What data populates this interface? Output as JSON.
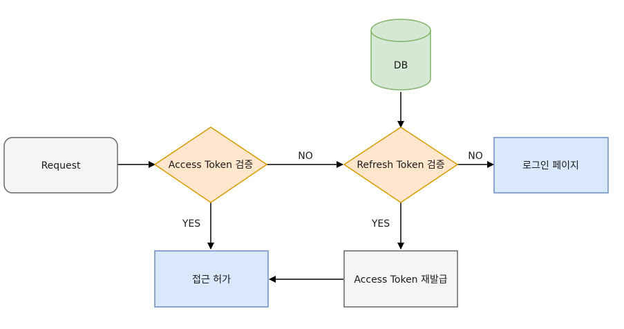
{
  "nodes": {
    "db": "DB",
    "request": "Request",
    "access_check": "Access Token 검증",
    "refresh_check": "Refresh Token 검증",
    "login_page": "로그인 페이지",
    "access_granted": "접근 허가",
    "reissue": "Access Token 재발급"
  },
  "edges": {
    "access_no": "NO",
    "refresh_no": "NO",
    "access_yes": "YES",
    "refresh_yes": "YES"
  },
  "colors": {
    "db_fill": "#d5e8d4",
    "db_stroke": "#82b366",
    "request_fill": "#f5f5f5",
    "request_stroke": "#666666",
    "decision_fill": "#ffe6cc",
    "decision_stroke": "#d79b00",
    "blue_fill": "#dae8fc",
    "blue_stroke": "#6c8ebf",
    "gray_fill": "#f5f5f5",
    "gray_stroke": "#666666",
    "edge": "#000000"
  }
}
